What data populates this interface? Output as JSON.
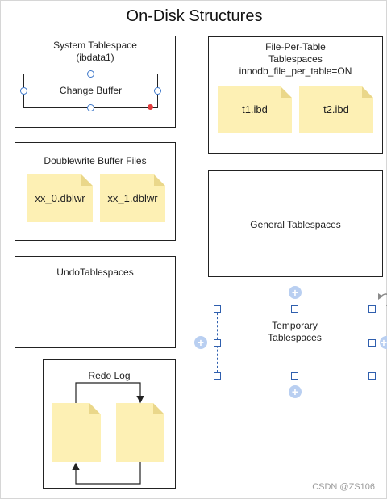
{
  "title": "On-Disk Structures",
  "system_tablespace": {
    "label": "System Tablespace\n(ibdata1)",
    "change_buffer": "Change Buffer"
  },
  "file_per_table": {
    "label": "File-Per-Table\nTablespaces\ninnodb_file_per_table=ON",
    "files": [
      "t1.ibd",
      "t2.ibd"
    ]
  },
  "doublewrite": {
    "label": "Doublewrite Buffer Files",
    "files": [
      "xx_0.dblwr",
      "xx_1.dblwr"
    ]
  },
  "general_tablespaces": {
    "label": "General Tablespaces"
  },
  "undo_tablespaces": {
    "label": "UndoTablespaces"
  },
  "temporary_tablespaces": {
    "label": "Temporary\nTablespaces"
  },
  "redo_log": {
    "label": "Redo Log"
  },
  "watermark": "CSDN @ZS106",
  "colors": {
    "file_fill": "#fdf0b4",
    "selection": "#2f5fae",
    "handle_plus": "#b9cff1",
    "connector_point": "#e23b3b"
  }
}
